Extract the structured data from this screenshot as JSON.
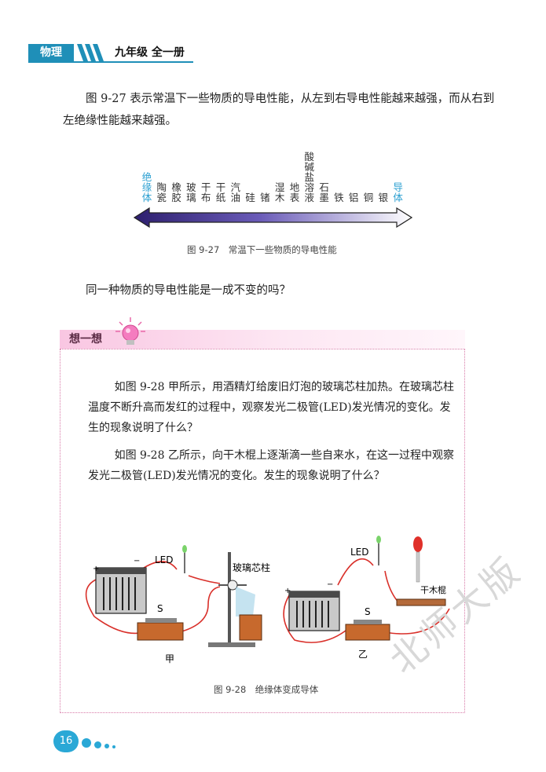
{
  "header": {
    "subject": "物理",
    "grade": "九年级 全一册"
  },
  "intro": "图 9-27 表示常温下一些物质的导电性能，从左到右导电性能越来越强，而从右到左绝缘性能越来越强。",
  "scale": {
    "materials": [
      "绝缘体",
      "陶瓷",
      "橡胶",
      "玻璃",
      "干布",
      "干纸",
      "汽油",
      "硅",
      "锗",
      "湿木",
      "地表",
      "酸碱盐溶液",
      "石墨",
      "铁",
      "铝",
      "铜",
      "银",
      "导体"
    ],
    "caption": "图 9-27　常温下一些物质的导电性能"
  },
  "question": "同一种物质的导电性能是一成不变的吗？",
  "think": {
    "label": "想一想",
    "p1": "如图 9-28 甲所示，用酒精灯给废旧灯泡的玻璃芯柱加热。在玻璃芯柱温度不断升高而发红的过程中，观察发光二极管(LED)发光情况的变化。发生的现象说明了什么？",
    "p2": "如图 9-28 乙所示，向干木棍上逐渐滴一些自来水，在这一过程中观察发光二极管(LED)发光情况的变化。发生的现象说明了什么？"
  },
  "figure": {
    "led_a": "LED",
    "core": "玻璃芯柱",
    "switch_a": "S",
    "label_a": "甲",
    "led_b": "LED",
    "stick": "干木棍",
    "switch_b": "S",
    "label_b": "乙",
    "plus": "+",
    "minus": "−",
    "caption": "图 9-28　绝缘体变成导体"
  },
  "page_number": "16",
  "watermark": "北师大版",
  "colors": {
    "accent": "#1f8fb8",
    "pink": "#f9c6e2"
  }
}
